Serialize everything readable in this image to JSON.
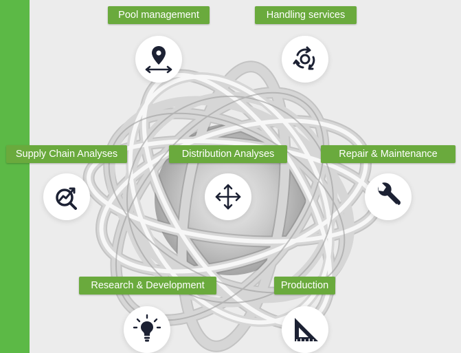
{
  "services": [
    {
      "key": "pool",
      "label": "Pool management",
      "icon": "map-pin-arrows-icon"
    },
    {
      "key": "handling",
      "label": "Handling services",
      "icon": "cycle-arrows-icon"
    },
    {
      "key": "supply",
      "label": "Supply Chain Analyses",
      "icon": "search-chart-icon"
    },
    {
      "key": "distribution",
      "label": "Distribution Analyses",
      "icon": "move-arrows-icon"
    },
    {
      "key": "repair",
      "label": "Repair & Maintenance",
      "icon": "wrench-icon"
    },
    {
      "key": "research",
      "label": "Research & Development",
      "icon": "lightbulb-icon"
    },
    {
      "key": "production",
      "label": "Production",
      "icon": "set-square-icon"
    }
  ],
  "colors": {
    "accent": "#6aaa3d",
    "sidebar": "#5cb946",
    "icon": "#1c2133",
    "background": "#ececec"
  }
}
